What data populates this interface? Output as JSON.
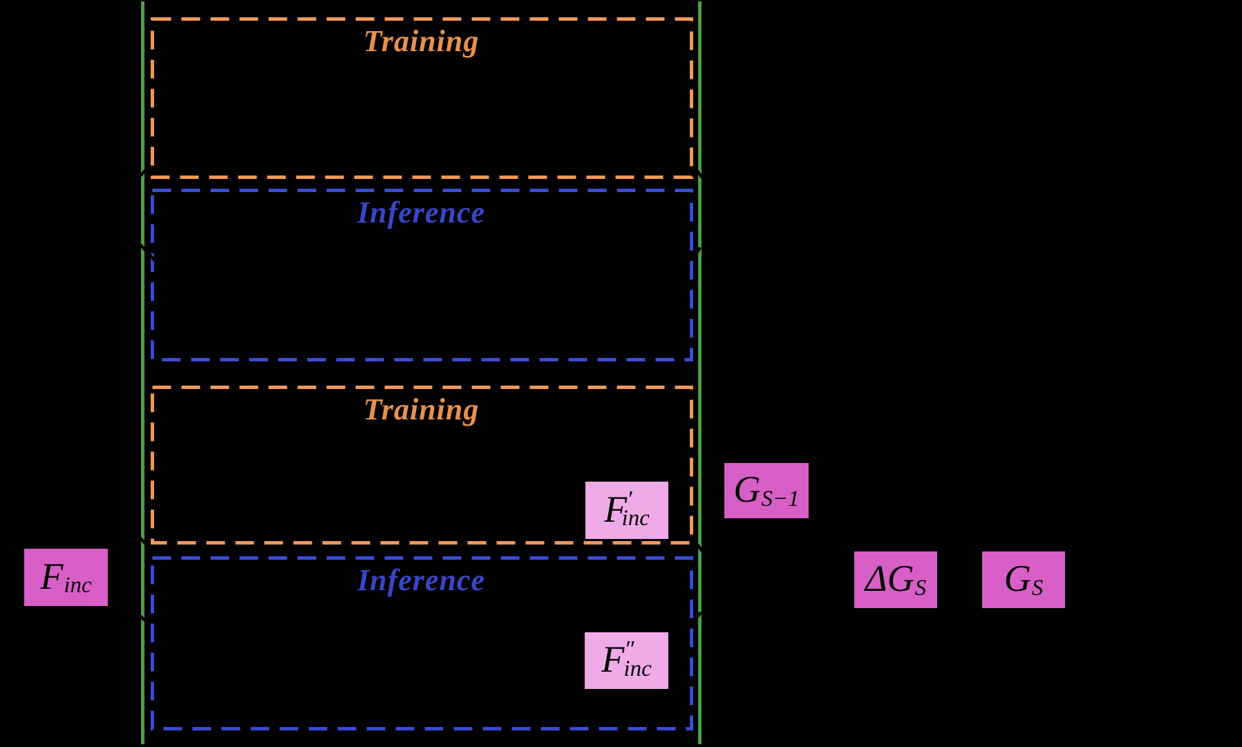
{
  "diagram": {
    "background_color": "#000000",
    "colors": {
      "timeline_green": "#4e9d48",
      "training_dash_orange": "#f0975a",
      "training_label_orange": "#e8914c",
      "inference_dash_blue": "#3a4bd3",
      "inference_label_blue": "#3847c6",
      "node_magenta": "#d75fc6",
      "node_light_pink": "#efaae8",
      "node_text_black": "#050505",
      "arrow_notch_black": "#000000"
    },
    "phases": {
      "training_1": {
        "label": "Training"
      },
      "inference_1": {
        "label": "Inference"
      },
      "training_2": {
        "label": "Training"
      },
      "inference_2": {
        "label": "Inference"
      }
    },
    "nodes": {
      "f_inc": {
        "base": "F",
        "prime": "",
        "sub": "inc"
      },
      "f_inc_prime": {
        "base": "F",
        "prime": "′",
        "sub": "inc"
      },
      "g_s_minus_1": {
        "base": "G",
        "prime": "",
        "sub": "S−1"
      },
      "f_inc_double_prime": {
        "base": "F",
        "prime": "″",
        "sub": "inc"
      },
      "delta_g_s": {
        "base": "ΔG",
        "prime": "",
        "sub": "S"
      },
      "g_s": {
        "base": "G",
        "prime": "",
        "sub": "S"
      }
    }
  }
}
